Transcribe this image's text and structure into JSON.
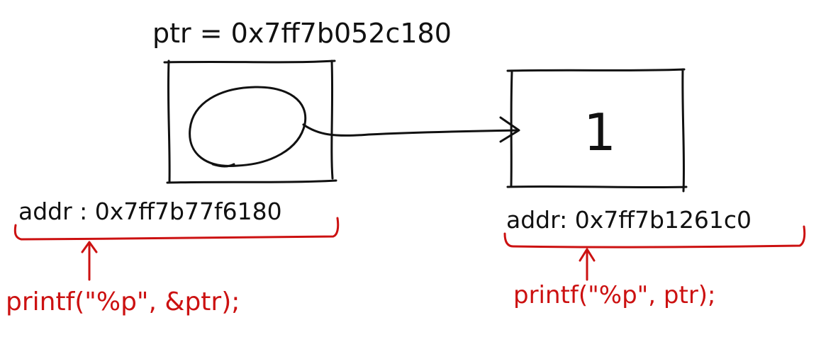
{
  "pointer_box": {
    "title": "ptr = 0x7ff7b052c180",
    "address": "addr : 0x7ff7b77f6180",
    "code": "printf(\"%p\", &ptr);"
  },
  "value_box": {
    "value": "1",
    "address": "addr: 0x7ff7b1261c0",
    "code": "printf(\"%p\", ptr);"
  },
  "colors": {
    "ink": "#111111",
    "annotation": "#cc1111"
  }
}
